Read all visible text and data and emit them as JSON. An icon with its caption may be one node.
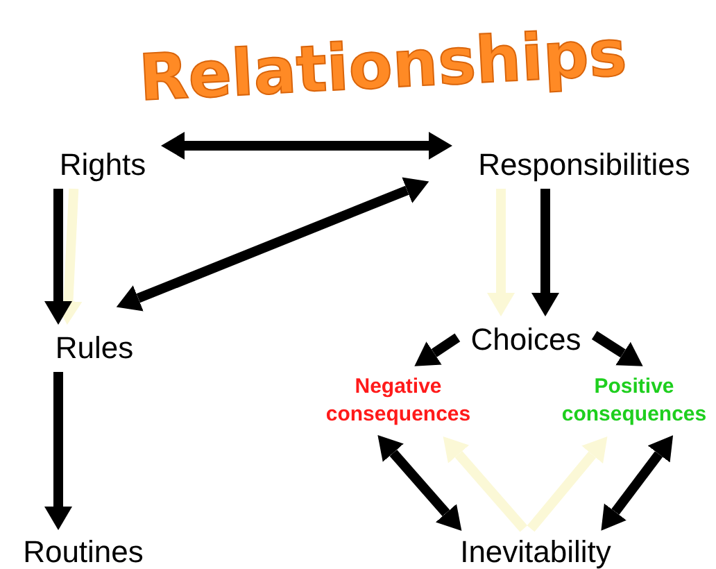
{
  "diagram": {
    "title": "Relationships",
    "nodes": [
      {
        "text": [
          "Rights"
        ]
      },
      {
        "text": [
          "Responsibilities"
        ]
      },
      {
        "text": [
          "Rules"
        ]
      },
      {
        "text": [
          "Choices"
        ]
      },
      {
        "text": [
          "Negative consequences"
        ]
      },
      {
        "text": [
          "Positive consequences"
        ]
      },
      {
        "text": [
          "Routines"
        ]
      },
      {
        "text": [
          "Inevitability"
        ]
      }
    ],
    "edges": [
      {
        "from": 0,
        "to": 1,
        "arrow": "both"
      },
      {
        "from": 0,
        "to": 2,
        "arrow": "to",
        "color": "#fbf8d6"
      },
      {
        "from": 0,
        "to": 2,
        "arrow": "to"
      },
      {
        "from": 1,
        "to": 2,
        "arrow": "both"
      },
      {
        "from": 1,
        "to": 3,
        "arrow": "to",
        "color": "#fbf8d6"
      },
      {
        "from": 1,
        "to": 3,
        "arrow": "to"
      },
      {
        "from": 3,
        "to": 4,
        "arrow": "to"
      },
      {
        "from": 3,
        "to": 5,
        "arrow": "to"
      },
      {
        "from": 2,
        "to": 6,
        "arrow": "to"
      },
      {
        "from": 4,
        "to": 7,
        "arrow": "both"
      },
      {
        "from": 5,
        "to": 7,
        "arrow": "both"
      },
      {
        "from": 7,
        "to": 4,
        "arrow": "to",
        "color": "#fbf8d6"
      },
      {
        "from": 7,
        "to": 5,
        "arrow": "to",
        "color": "#fbf8d6"
      }
    ]
  }
}
